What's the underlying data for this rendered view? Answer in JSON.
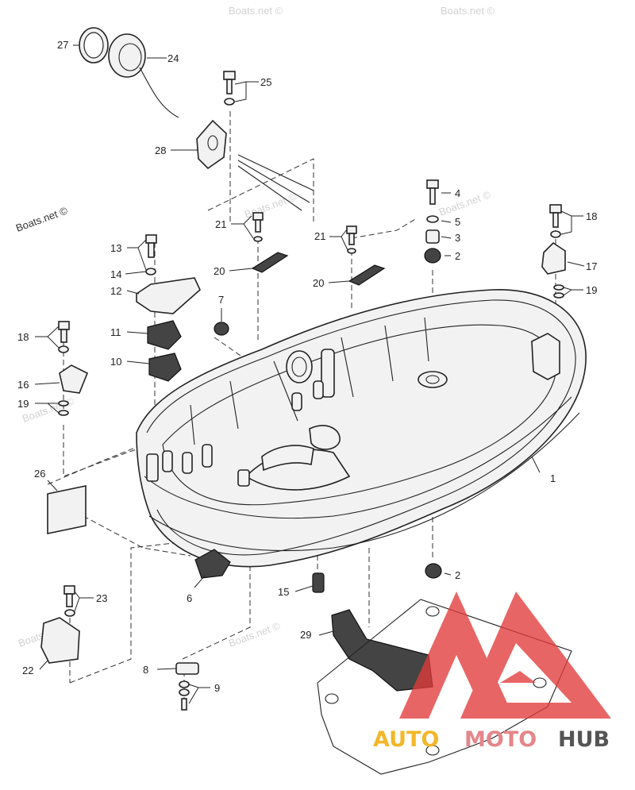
{
  "watermarks": {
    "site_main": "Boats.net ©",
    "site_faint": "Boats.net ©"
  },
  "brand": {
    "part_a": "AUTO",
    "part_b": "MOTO",
    "part_c": "HUB",
    "triangle_color": "#e23b3b",
    "accent_yellow": "#f2b72a",
    "accent_pink": "#e4868a"
  },
  "callouts": {
    "c1": "1",
    "c2a": "2",
    "c2b": "2",
    "c3": "3",
    "c4": "4",
    "c5": "5",
    "c6": "6",
    "c7": "7",
    "c8": "8",
    "c9": "9",
    "c10": "10",
    "c11": "11",
    "c12": "12",
    "c13": "13",
    "c14": "14",
    "c15": "15",
    "c16": "16",
    "c17": "17",
    "c18a": "18",
    "c18b": "18",
    "c19a": "19",
    "c19b": "19",
    "c20a": "20",
    "c20b": "20",
    "c21a": "21",
    "c21b": "21",
    "c22": "22",
    "c23": "23",
    "c24": "24",
    "c25": "25",
    "c26": "26",
    "c27": "27",
    "c28": "28",
    "c29": "29"
  }
}
